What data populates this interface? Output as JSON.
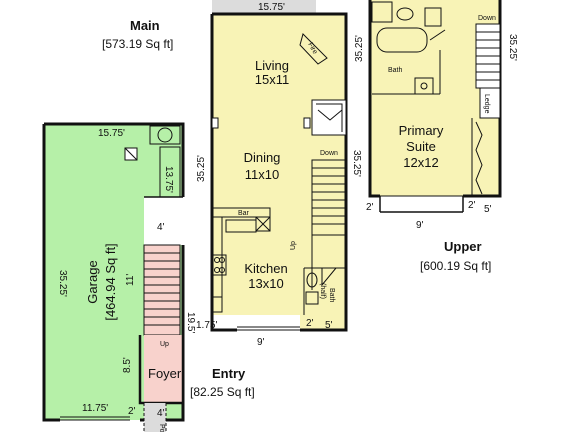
{
  "colors": {
    "main_floor": "#f8f3b6",
    "garage": "#b6f0a8",
    "entry": "#f8d2cc",
    "porch": "#dcdcdc",
    "wall": "#111111"
  },
  "main": {
    "title": "Main",
    "area": "[573.19 Sq ft]",
    "rooms": {
      "living": "Living",
      "living_size": "15x11",
      "dining": "Dining",
      "dining_size": "11x10",
      "kitchen": "Kitchen",
      "kitchen_size": "13x10",
      "bath": "Bath",
      "bath_sub": "(half)",
      "fire": "Fire",
      "bar": "Bar",
      "down": "Down",
      "up": "Up"
    },
    "dims": {
      "top": "15.75'",
      "left": "35.25'",
      "right": "35.25'",
      "bottom": "9'",
      "bl": "1.75'",
      "bath_w": "5'",
      "bath_gap": "2'",
      "notch": "19.5'"
    }
  },
  "garage": {
    "title": "Garage",
    "area": "[464.94 Sq ft]",
    "dims": {
      "top": "15.75'",
      "left": "35.25'",
      "notch_v": "13.75'",
      "notch_h": "4'",
      "stair": "11'",
      "bottom": "11.75'",
      "bottom_gap": "2'"
    }
  },
  "entry": {
    "title": "Entry",
    "area": "[82.25 Sq ft]",
    "foyer": "Foyer",
    "up": "Up",
    "dims": {
      "side": "8.5'",
      "bottom": "4'"
    },
    "porch": "Po"
  },
  "upper": {
    "title": "Upper",
    "area": "[600.19 Sq ft]",
    "rooms": {
      "bath": "Bath",
      "suite_1": "Primary",
      "suite_2": "Suite",
      "suite_size": "12x12",
      "ledge": "Ledge",
      "down": "Down"
    },
    "dims": {
      "left": "35.25'",
      "right": "35.25'",
      "bottom": "9'",
      "bl": "2'",
      "br1": "2'",
      "br2": "5'"
    }
  }
}
